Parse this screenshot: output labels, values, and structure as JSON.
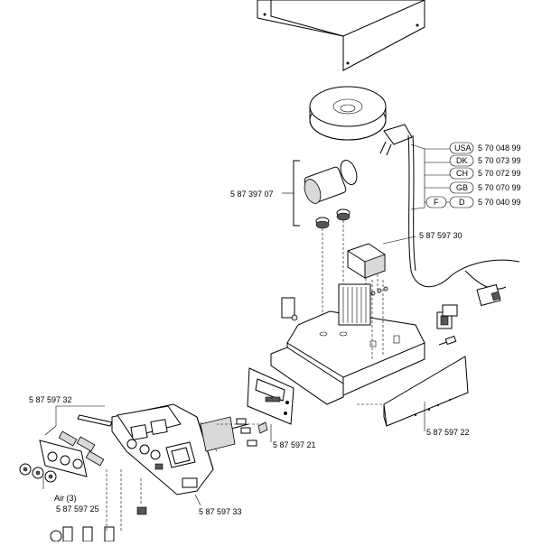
{
  "callouts": {
    "fan_motor": "5 87 397 07",
    "transformer": "5 87 597 30",
    "front_cover_strip": "5 87 597 32",
    "circuit_board": "5 87 597 21",
    "side_panel": "5 87 597 22",
    "air_label": "Air (3)",
    "knobs": "5 87 597 25",
    "front_panel": "5 87 597 33"
  },
  "power_cords": [
    {
      "country": "USA",
      "part": "5 70 048 99"
    },
    {
      "country": "DK",
      "part": "5 70 073 99"
    },
    {
      "country": "CH",
      "part": "5 70 072 99"
    },
    {
      "country": "GB",
      "part": "5 70 070 99"
    },
    {
      "country": "F",
      "country2": "D",
      "part": "5 70 040 99"
    }
  ]
}
